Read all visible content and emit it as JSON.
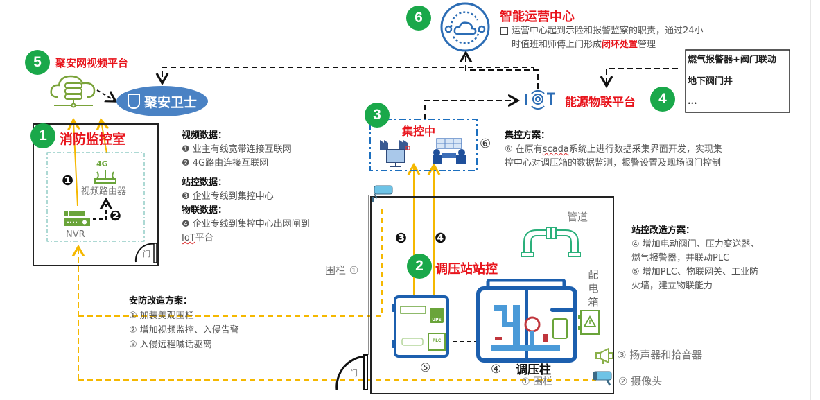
{
  "ops_center": {
    "number": "6",
    "title": "智能运营中心",
    "desc_line1": "运营中心起到示险和报警监察的职责，通过24小",
    "desc_line2_prefix": "时值班和师傅上门形成",
    "desc_line2_emphasis": "闭环处置",
    "desc_line2_suffix": "管理"
  },
  "video_platform": {
    "number": "5",
    "title": "聚安网视频平台",
    "logo_text": "聚安卫士"
  },
  "iot_platform": {
    "number": "4",
    "title": "能源物联平台",
    "icon_text": "IOT"
  },
  "iot_sources": {
    "items": [
      "燃气报警器+阀门联动",
      "地下阀门井",
      "..."
    ]
  },
  "fire_room": {
    "number": "1",
    "title": "消防监控室",
    "router_label": "视频路由器",
    "router_tag": "4G",
    "nvr_label": "NVR",
    "door_label": "门",
    "marker1": "❶",
    "marker2": "❷"
  },
  "data_notes": {
    "video_header": "视频数据：",
    "video_items": [
      "❶ 业主有线宽带连接互联网",
      "❷ 4G路由连接互联网"
    ],
    "station_header": "站控数据：",
    "station_items": [
      "❸ 企业专线到集控中心"
    ],
    "iot_header": "物联数据：",
    "iot_item_line1": "❹ 企业专线到集控中心出网闸到",
    "iot_item_line2_link": "IoT",
    "iot_item_line2_rest": "平台"
  },
  "central_control": {
    "number": "3",
    "title": "集控中",
    "marker": "⑥"
  },
  "central_plan": {
    "header": "集控方案：",
    "line1_prefix": "⑥ 在原有",
    "line1_link": "scada",
    "line1_suffix": "系统上进行数据采集界面开发，实现集",
    "line2": "控中心对调压箱的数据监测，报警设置及现场阀门控制"
  },
  "station": {
    "number": "2",
    "title": "调压站站控",
    "marker3": "❸",
    "marker4": "❹",
    "pipe_label": "管道",
    "dist_box_label": [
      "配",
      "电",
      "箱"
    ],
    "cabinet_label": "调压柱",
    "cabinet_marker": "④",
    "plc_box_marker": "⑤",
    "fence_bottom": "① 围栏",
    "fence_left": "围栏 ①",
    "door_label": "门",
    "plc_text": "PLC",
    "ups_text": "UPS"
  },
  "station_plan": {
    "header": "站控改造方案：",
    "lines": [
      "④ 增加电动阀门、压力变送器、",
      "燃气报警器，并联动PLC",
      "⑤ 增加PLC、物联网关、工业防",
      "火墙，建立物联能力"
    ]
  },
  "security_plan": {
    "header": "安防改造方案：",
    "lines": [
      "① 加装美观围栏",
      "② 增加视频监控、入侵告警",
      "③ 入侵远程喊话驱离"
    ]
  },
  "legend": {
    "speaker": "③ 扬声器和拾音器",
    "camera": "② 摄像头"
  },
  "colors": {
    "badge_green": "#1aa84a",
    "title_red": "#e8141c",
    "line_yellow": "#f5c000",
    "icon_blue": "#1c5fae",
    "icon_green": "#6aa43a"
  }
}
